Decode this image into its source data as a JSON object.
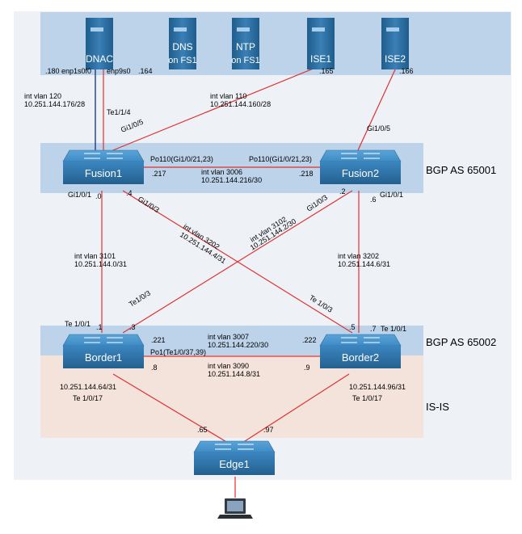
{
  "zones": {
    "bgp_top": "BGP AS 65001",
    "bgp_bottom": "BGP AS 65002",
    "isis": "IS-IS"
  },
  "servers": {
    "dnac": {
      "name": "DNAC",
      "sub": ""
    },
    "dns": {
      "name": "DNS",
      "sub": "on FS1"
    },
    "ntp": {
      "name": "NTP",
      "sub": "on FS1"
    },
    "ise1": {
      "name": "ISE1",
      "sub": ""
    },
    "ise2": {
      "name": "ISE2",
      "sub": ""
    }
  },
  "switches": {
    "fusion1": "Fusion1",
    "fusion2": "Fusion2",
    "border1": "Border1",
    "border2": "Border2",
    "edge1": "Edge1"
  },
  "labels": {
    "ip_180": ".180",
    "enp1s0f0": "enp1s0f0",
    "enp9s0": "enp9s0",
    "ip_164": ".164",
    "ip_165": ".165",
    "ip_166": ".166",
    "vlan120": "int vlan 120",
    "vlan120_net": "10.251.144.176/28",
    "te114": "Te1/1/4",
    "vlan110": "int vlan 110",
    "vlan110_net": "10.251.144.160/28",
    "gi105_left": "Gi1/0/5",
    "gi105_right": "Gi1/0/5",
    "po110_left": "Po110(Gi1/0/21,23)",
    "po110_right": "Po110(Gi1/0/21,23)",
    "ip_217": ".217",
    "ip_218": ".218",
    "vlan3006": "int vlan 3006",
    "vlan3006_net": "10.251.144.216/30",
    "gi101_f1": "Gi1/0/1",
    "ip_0": ".0",
    "ip_4": ".4",
    "gi103_f1": "Gi1/0/3",
    "gi103_f2": "Gi1/0/3",
    "ip_2": ".2",
    "ip_6": ".6",
    "gi101_f2": "Gi1/0/1",
    "vlan3202_diag": "int vlan 3202",
    "vlan3202_diag_net": "10.251.144.4/31",
    "vlan3102_diag": "int vlan 3102",
    "vlan3102_diag_net": "10.251.144.2/30",
    "vlan3101": "int vlan 3101",
    "vlan3101_net": "10.251.144.0/31",
    "vlan3202": "int vlan 3202",
    "vlan3202_net": "10.251.144.6/31",
    "te103_b1": "Te1/0/3",
    "te103_b2": "Te 1/0/3",
    "te101_b1": "Te 1/0/1",
    "ip_1": ".1",
    "ip_3": ".3",
    "ip_5": ".5",
    "ip_7": ".7",
    "te101_b2": "Te 1/0/1",
    "ip_221": ".221",
    "ip_222": ".222",
    "vlan3007": "int vlan 3007",
    "vlan3007_net": "10.251.144.220/30",
    "po1": "Po1(Te1/0/37,39)",
    "ip_8": ".8",
    "ip_9": ".9",
    "vlan3090": "int vlan 3090",
    "vlan3090_net": "10.251.144.8/31",
    "b1_net": "10.251.144.64/31",
    "te1017_b1": "Te 1/0/17",
    "b2_net": "10.251.144.96/31",
    "te1017_b2": "Te 1/0/17",
    "ip_65": ".65",
    "ip_97": ".97"
  }
}
